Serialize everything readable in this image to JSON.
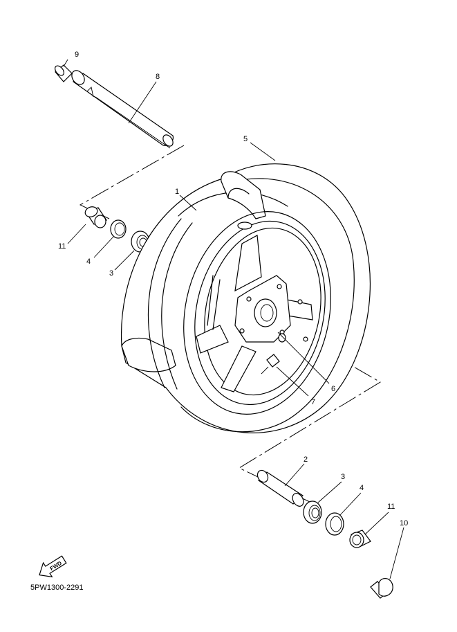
{
  "callouts": {
    "p1": "1",
    "p2": "2",
    "p3a": "3",
    "p3b": "3",
    "p4a": "4",
    "p4b": "4",
    "p5": "5",
    "p6": "6",
    "p7": "7",
    "p8": "8",
    "p9": "9",
    "p10": "10",
    "p11a": "11",
    "p11b": "11"
  },
  "fwd_label": "FWD",
  "drawing_number": "5PW1300-2291"
}
